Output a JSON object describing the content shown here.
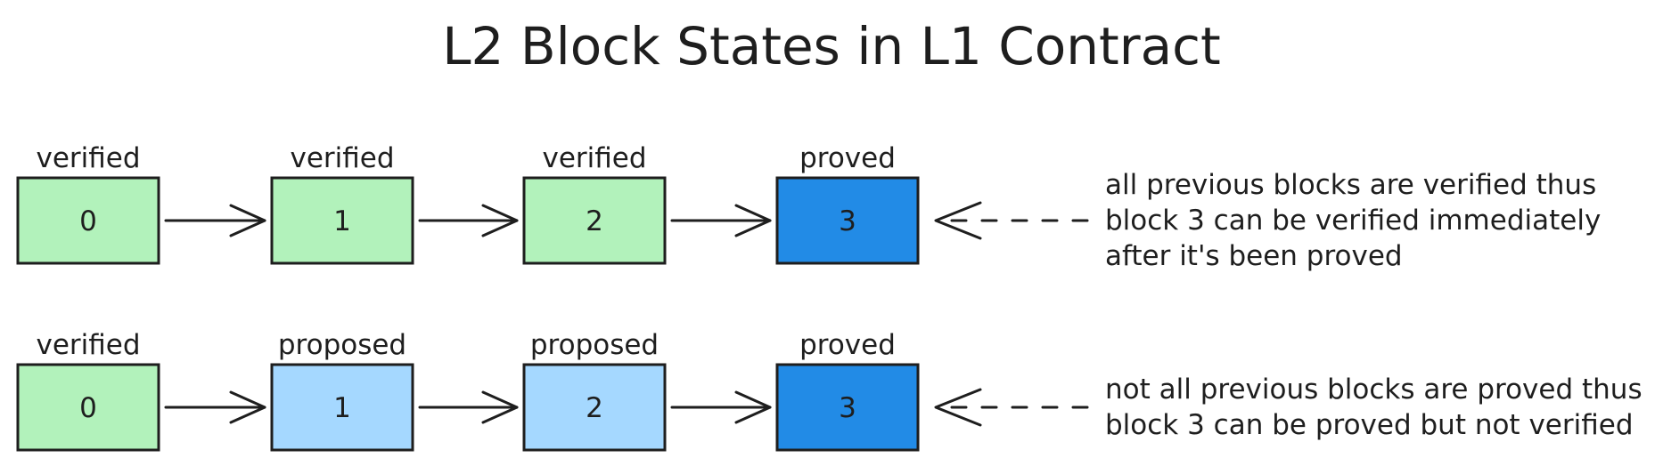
{
  "title": "L2 Block States in L1 Contract",
  "colors": {
    "verified": "#b2f2bb",
    "proposed": "#a5d8ff",
    "proved": "#228be6",
    "stroke": "#1e1e1e"
  },
  "rows": [
    {
      "blocks": [
        {
          "number": "0",
          "state": "verified"
        },
        {
          "number": "1",
          "state": "verified"
        },
        {
          "number": "2",
          "state": "verified"
        },
        {
          "number": "3",
          "state": "proved"
        }
      ],
      "note": [
        "all previous blocks are verified thus",
        "block 3 can be verified immediately",
        "after it's been proved"
      ]
    },
    {
      "blocks": [
        {
          "number": "0",
          "state": "verified"
        },
        {
          "number": "1",
          "state": "proposed"
        },
        {
          "number": "2",
          "state": "proposed"
        },
        {
          "number": "3",
          "state": "proved"
        }
      ],
      "note": [
        "not all previous blocks are proved thus",
        "block 3 can be proved but not verified"
      ]
    }
  ]
}
